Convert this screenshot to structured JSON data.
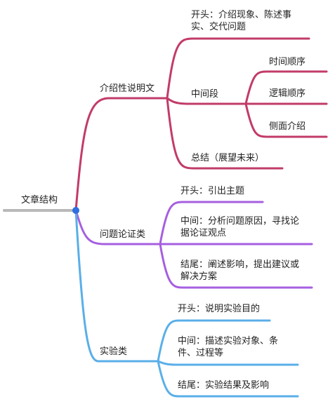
{
  "root": {
    "label": "文章结构"
  },
  "colors": {
    "root_line": "#b8b8b8",
    "center_dot": "#2f6fe0",
    "branch_expository": "#c23b6a",
    "branch_argument": "#a65fe0",
    "branch_experiment": "#5aafe8"
  },
  "branches": [
    {
      "label": "介绍性说明文",
      "children": [
        {
          "label": "开头：介绍现象、陈述事实、交代问题"
        },
        {
          "label": "中间段",
          "children": [
            {
              "label": "时间顺序"
            },
            {
              "label": "逻辑顺序"
            },
            {
              "label": "侧面介绍"
            }
          ]
        },
        {
          "label": "总结（展望未来）"
        }
      ]
    },
    {
      "label": "问题论证类",
      "children": [
        {
          "label": "开头：引出主题"
        },
        {
          "label": "中间：分析问题原因，寻找论据论证观点"
        },
        {
          "label": "结尾：阐述影响，提出建议或解决方案"
        }
      ]
    },
    {
      "label": "实验类",
      "children": [
        {
          "label": "开头：说明实验目的"
        },
        {
          "label": "中间：描述实验对象、条件、过程等"
        },
        {
          "label": "结尾：实验结果及影响"
        }
      ]
    }
  ]
}
